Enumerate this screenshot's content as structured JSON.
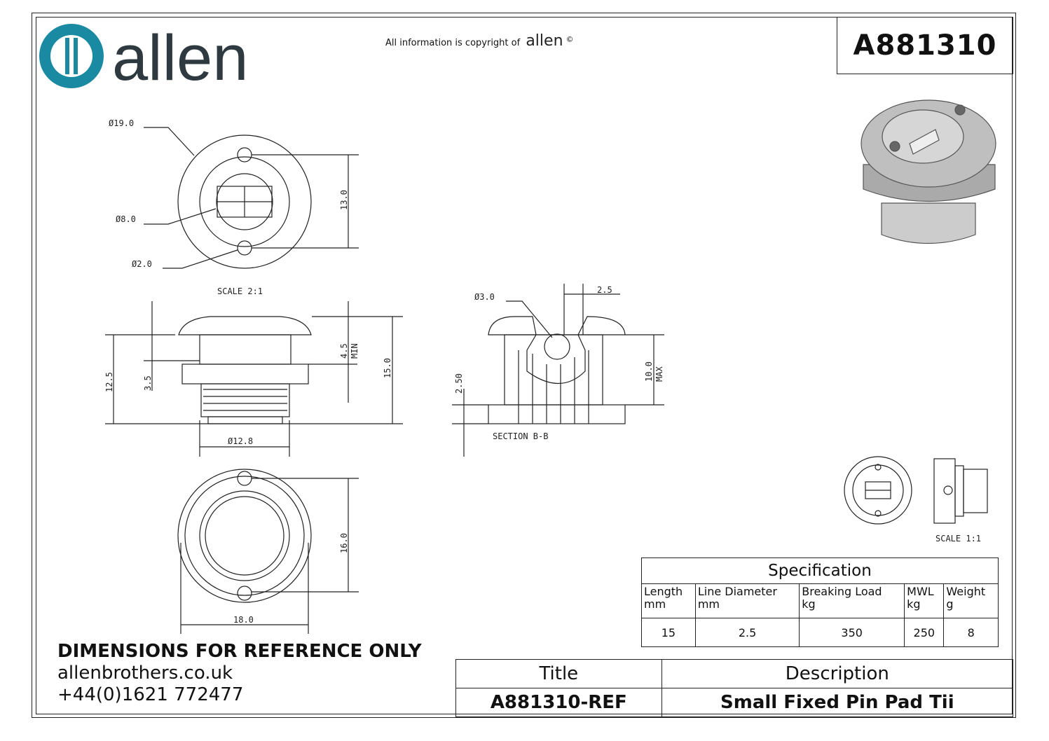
{
  "header": {
    "brand": "allen",
    "copyright_text": "All information is copyright of",
    "copyright_brand": "allen",
    "copyright_symbol": "©",
    "part_number": "A881310"
  },
  "dimensions": {
    "d19": "Ø19.0",
    "d8": "Ø8.0",
    "d2": "Ø2.0",
    "h13": "13.0",
    "scale_top": "SCALE 2:1",
    "h12_5": "12.5",
    "h3_5": "3.5",
    "h4_5": "4.5",
    "min": "MIN",
    "h15": "15.0",
    "d12_8": "Ø12.8",
    "d3": "Ø3.0",
    "w2_5": "2.5",
    "h2_50": "2.50",
    "h10": "10.0",
    "max": "MAX",
    "section": "SECTION B-B",
    "h16": "16.0",
    "w18": "18.0",
    "scale_small": "SCALE 1:1"
  },
  "specification": {
    "title": "Specification",
    "columns": [
      {
        "name": "Length",
        "unit": "mm",
        "value": "15"
      },
      {
        "name": "Line Diameter",
        "unit": "mm",
        "value": "2.5"
      },
      {
        "name": "Breaking Load",
        "unit": "kg",
        "value": "350"
      },
      {
        "name": "MWL",
        "unit": "kg",
        "value": "250"
      },
      {
        "name": "Weight",
        "unit": "g",
        "value": "8"
      }
    ]
  },
  "notes": {
    "reference": "DIMENSIONS FOR REFERENCE ONLY",
    "website": "allenbrothers.co.uk",
    "phone": "+44(0)1621 772477"
  },
  "title_block": {
    "title_label": "Title",
    "description_label": "Description",
    "title_value": "A881310-REF",
    "description_value": "Small Fixed Pin Pad Tii"
  },
  "colors": {
    "brand_teal": "#1a8aa3",
    "brand_dark": "#2e3a40"
  }
}
